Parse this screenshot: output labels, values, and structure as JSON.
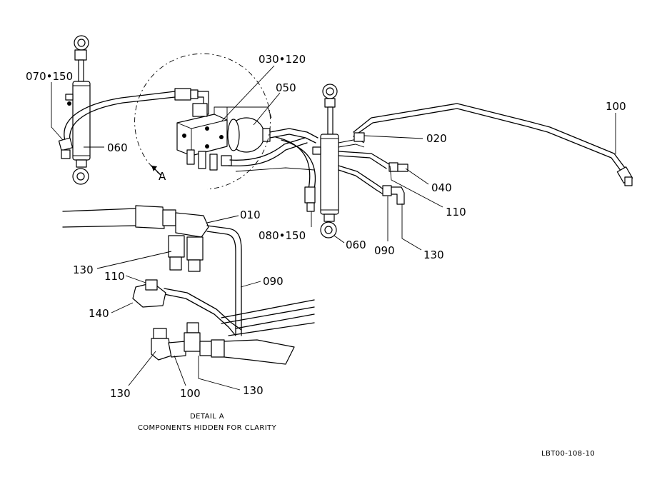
{
  "callouts": {
    "c070_150": "070•150",
    "c030_120": "030•120",
    "c050": "050",
    "c060_left": "060",
    "c100_top": "100",
    "c020": "020",
    "c040": "040",
    "c110_right": "110",
    "c080_150": "080•150",
    "c060_right": "060",
    "c090_right": "090",
    "c130_right": "130",
    "c010": "010",
    "c130_detail_left": "130",
    "c110_detail": "110",
    "c090_detail": "090",
    "c140": "140",
    "c130_detail_bottom_left": "130",
    "c100_detail": "100",
    "c130_detail_bottom_right": "130"
  },
  "detail_marker": "A",
  "notes": {
    "detail_title": "DETAIL  A",
    "detail_subtitle": "COMPONENTS HIDDEN FOR CLARITY"
  },
  "drawing_number": "LBT00-108-10"
}
